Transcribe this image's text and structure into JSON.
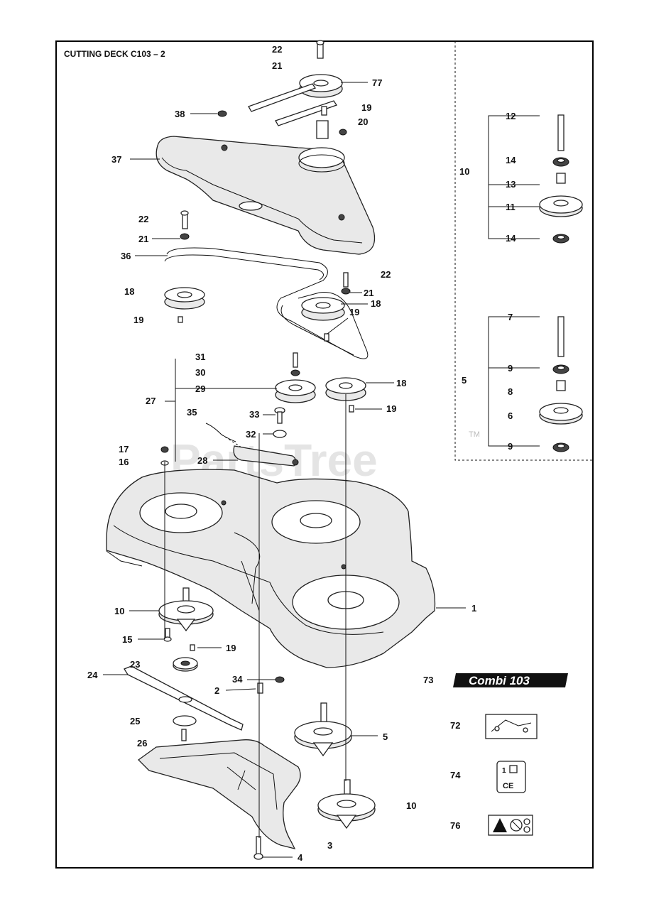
{
  "title": "CUTTING DECK C103 – 2",
  "watermark": "PartsTree",
  "watermark_mark": "TM",
  "badge_text": "Combi 103",
  "decal_ce": "CE",
  "callouts": {
    "c22a": "22",
    "c21a": "21",
    "c77": "77",
    "c19a": "19",
    "c20": "20",
    "c38": "38",
    "c37": "37",
    "c22b": "22",
    "c21b": "21",
    "c36": "36",
    "c18a": "18",
    "c19b": "19",
    "c22c": "22",
    "c21c": "21",
    "c18b": "18",
    "c19c": "19",
    "c31": "31",
    "c30": "30",
    "c29": "29",
    "c27": "27",
    "c18c": "18",
    "c19d": "19",
    "c35": "35",
    "c33": "33",
    "c32": "32",
    "c17": "17",
    "c16": "16",
    "c28": "28",
    "c1": "1",
    "c10a": "10",
    "c15": "15",
    "c19e": "19",
    "c23": "23",
    "c24": "24",
    "c34": "34",
    "c2": "2",
    "c25": "25",
    "c26": "26",
    "c5a": "5",
    "c10b": "10",
    "c3": "3",
    "c4": "4",
    "c73": "73",
    "c72": "72",
    "c74": "74",
    "c76": "76",
    "i10": "10",
    "i12": "12",
    "i14a": "14",
    "i13": "13",
    "i11": "11",
    "i14b": "14",
    "i5": "5",
    "i7": "7",
    "i9a": "9",
    "i8": "8",
    "i6": "6",
    "i9b": "9"
  }
}
